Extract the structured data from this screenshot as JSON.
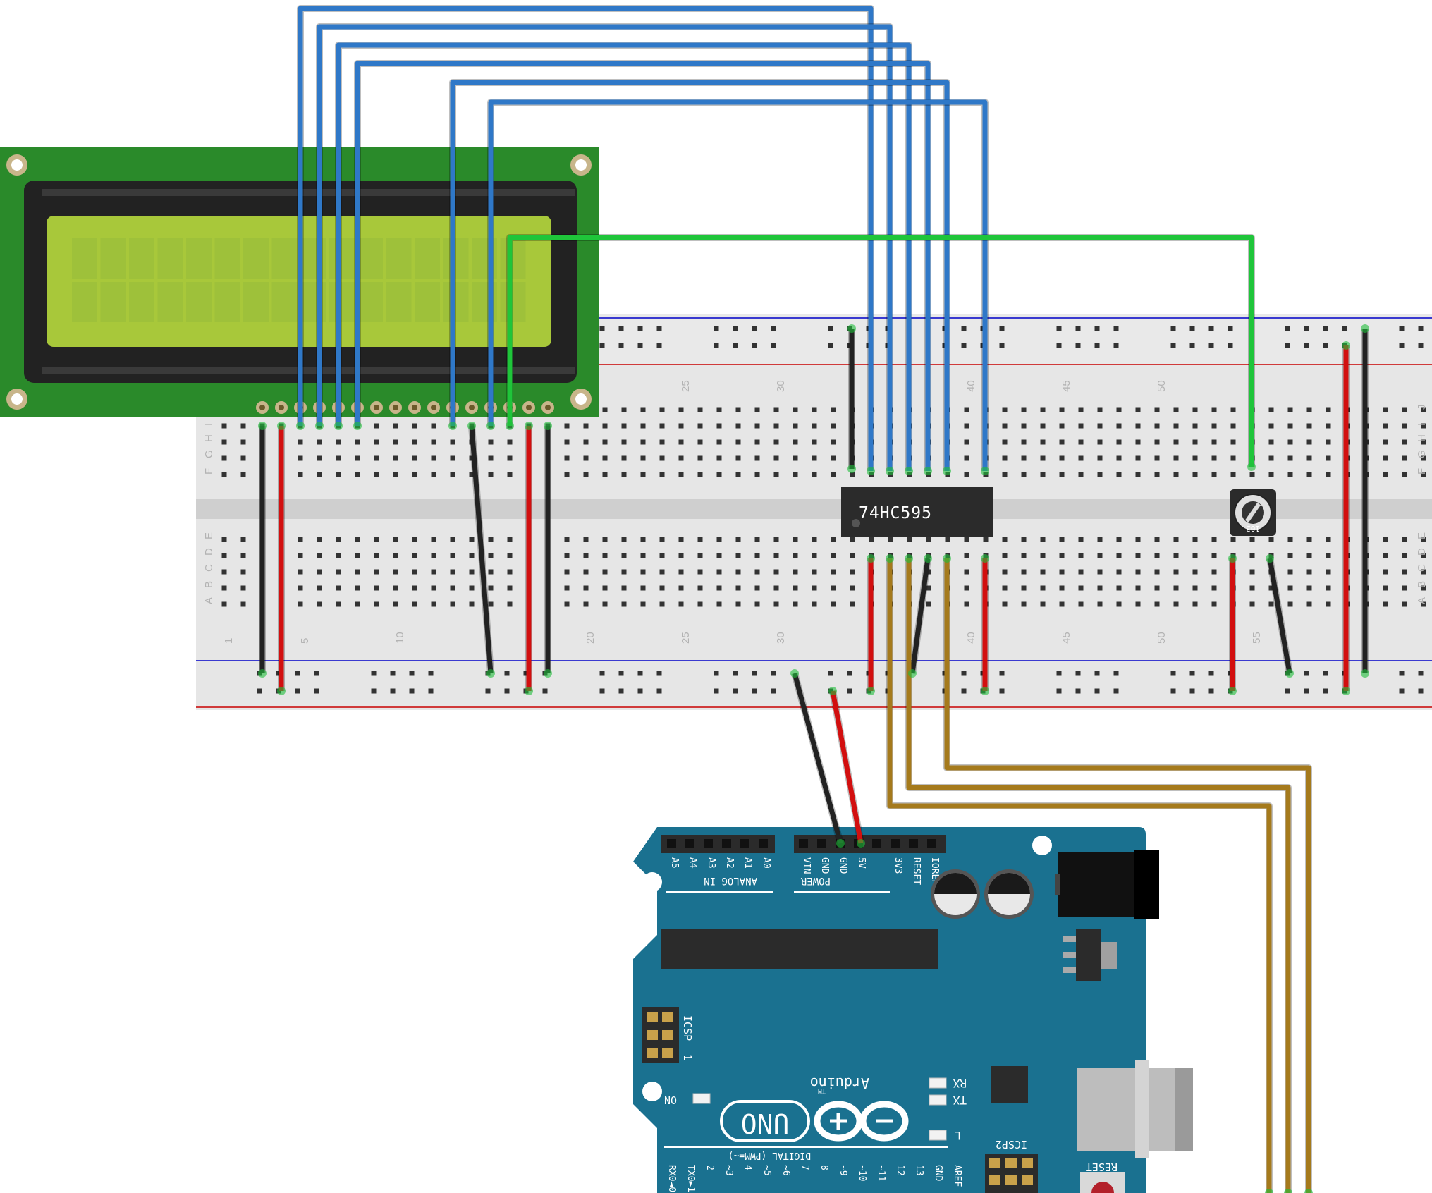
{
  "breadboard": {
    "column_numbers": [
      "1",
      "5",
      "10",
      "20",
      "25",
      "30",
      "40",
      "45",
      "50",
      "55"
    ],
    "row_letters_top": [
      "J",
      "I",
      "H",
      "G",
      "F"
    ],
    "row_letters_bottom": [
      "E",
      "D",
      "C",
      "B",
      "A"
    ]
  },
  "shift_register": {
    "label": "74HC595"
  },
  "potentiometer": {
    "label": "103"
  },
  "arduino": {
    "brand": "Arduino",
    "trademark": "TM",
    "model": "UNO",
    "analog_pins": [
      "A5",
      "A4",
      "A3",
      "A2",
      "A1",
      "A0"
    ],
    "analog_label": "ANALOG IN",
    "power_pins": [
      "VIN",
      "GND",
      "GND",
      "5V",
      "3V3",
      "RESET",
      "IOREF"
    ],
    "power_label": "POWER",
    "icsp_label": "ICSP",
    "icsp_pin": "1",
    "icsp2_label": "ICSP2",
    "on_label": "ON",
    "rx_label": "RX",
    "tx_label": "TX",
    "l_label": "L",
    "reset_label": "RESET",
    "digital_label": "DIGITAL (PWM=~)",
    "digital_pins": [
      "RX0◄0",
      "TX0►1",
      "2",
      "~3",
      "4",
      "~5",
      "~6",
      "7",
      "8",
      "~9",
      "~10",
      "~11",
      "12",
      "13",
      "GND",
      "AREF"
    ]
  },
  "colors": {
    "wire_blue": "#2f78c8",
    "wire_green": "#1fc53a",
    "wire_red": "#d20f0f",
    "wire_black": "#222222",
    "wire_brown": "#a57a1c",
    "arduino_board": "#1a7190",
    "lcd_pcb": "#2a8a2a",
    "lcd_screen": "#a8c83a"
  }
}
